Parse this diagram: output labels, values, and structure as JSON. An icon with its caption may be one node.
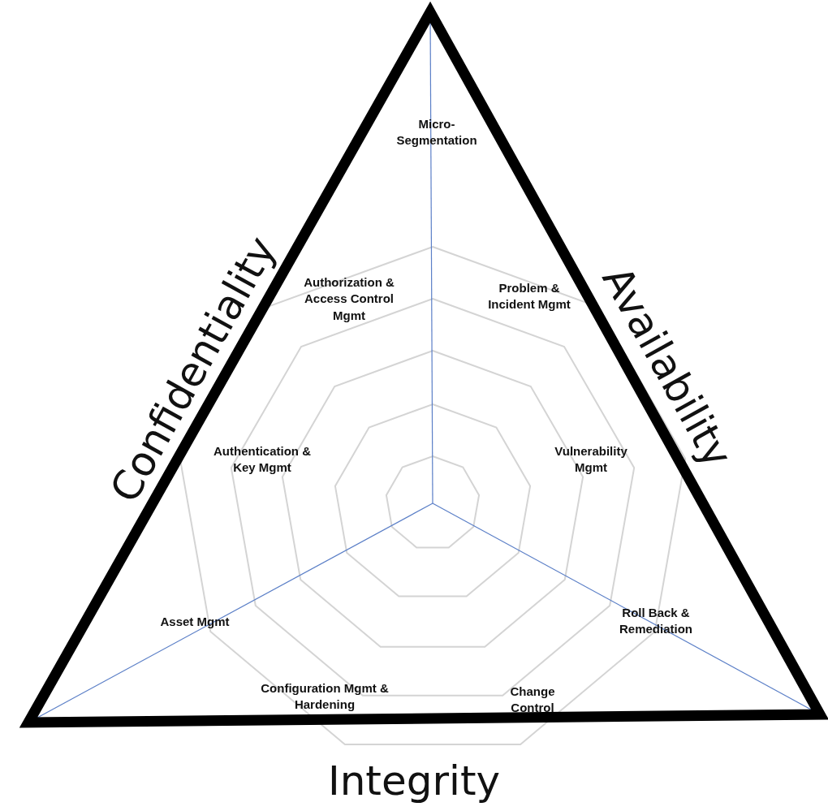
{
  "diagram": {
    "labels": [
      "Micro-Segmentation",
      "Confidentiality",
      "Availability",
      "Authorization & Access Control Mgmt",
      "Problem & Incident Mgmt",
      "Authentication & Key Mgmt",
      "Vulnerability Mgmt",
      "Asset Mgmt",
      "Roll Back & Remediation",
      "Configuration Mgmt & Hardening",
      "Change Control",
      "Integrity"
    ]
  }
}
